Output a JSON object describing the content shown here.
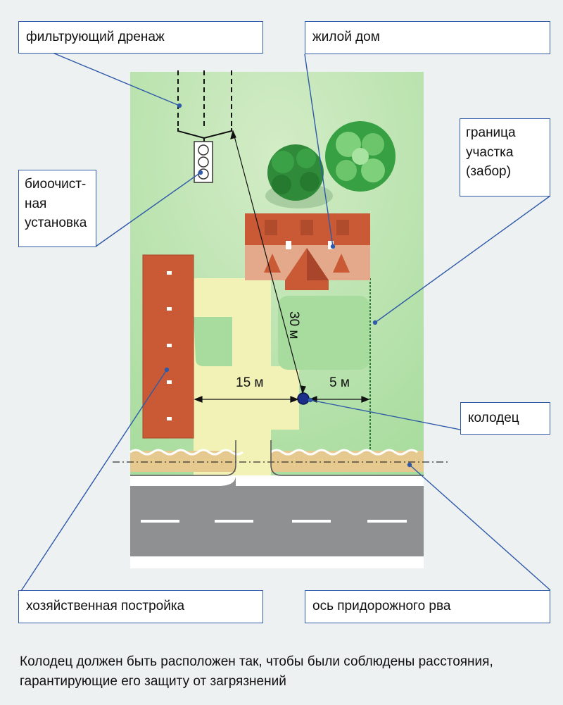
{
  "labels": {
    "filter_drainage": "фильтрующий дренаж",
    "house": "жилой дом",
    "bio_line1": "биоочист-",
    "bio_line2": "ная",
    "bio_line3": "установка",
    "border_line1": "граница",
    "border_line2": "участка",
    "border_line3": "(забор)",
    "well": "колодец",
    "outbuilding": "хозяйственная постройка",
    "ditch_axis": "ось придорожного рва"
  },
  "distances": {
    "house_to_well": "30 м",
    "outbuilding_to_well": "15 м",
    "fence_to_well": "5 м"
  },
  "caption": {
    "line1": "Колодец должен быть расположен так, чтобы были соблюдены расстояния,",
    "line2": "гарантирующие его защиту от загрязнений"
  },
  "colors": {
    "lawn": "#b5e0a8",
    "path": "#f2f1b6",
    "roof": "#c95a35",
    "road": "#8f9092",
    "leader": "#2f5aa8",
    "well": "#1a2e8a"
  }
}
